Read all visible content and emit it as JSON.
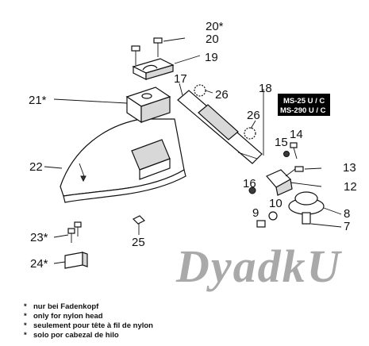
{
  "callouts": {
    "p20star": "20*",
    "p20": "20",
    "p19": "19",
    "p17": "17",
    "p18": "18",
    "p26a": "26",
    "p26b": "26",
    "p21star": "21*",
    "p22": "22",
    "p14": "14",
    "p15": "15",
    "p13": "13",
    "p16": "16",
    "p12": "12",
    "p9": "9",
    "p10": "10",
    "p8": "8",
    "p7": "7",
    "p23star": "23*",
    "p24star": "24*",
    "p25": "25"
  },
  "model_labels": [
    "MS-25 U / C",
    "MS-290 U / C"
  ],
  "watermark": "DyadkU",
  "notes": [
    {
      "star": "*",
      "text": "nur bei Fadenkopf"
    },
    {
      "star": "*",
      "text": "only for nylon head"
    },
    {
      "star": "*",
      "text": "seulement pour tête à fil de nylon"
    },
    {
      "star": "*",
      "text": "solo por cabezal de hilo"
    }
  ],
  "colors": {
    "ink": "#111111",
    "watermark": "#a9a9a9",
    "model_box": "#000000"
  }
}
